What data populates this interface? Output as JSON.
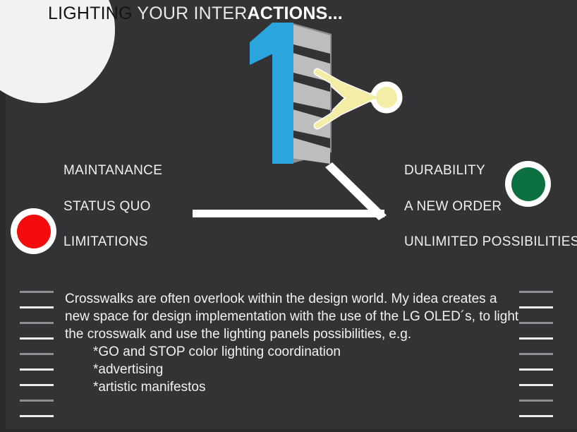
{
  "meta": {
    "background_color": "#333336",
    "accent_blue": "#2ba5de",
    "stop_red": "#f40c0c",
    "go_green": "#0c7040",
    "pedestrian_yellow": "#f4eda6",
    "crosswalk_grey": "#bdbdbd"
  },
  "header": {
    "title_part1": "LIGHTING",
    "title_part2": " YOUR INTER",
    "title_part3": "ACTIONS...",
    "circle": "decorative-white-circle"
  },
  "graphic": {
    "number": "1",
    "crosswalk": "perspective-zebra-crossing",
    "pedestrian": "walking-person-pictogram"
  },
  "comparison": {
    "left": {
      "status_color": "#f40c0c",
      "items": [
        {
          "label": "MAINTANANCE"
        },
        {
          "label": "STATUS QUO"
        },
        {
          "label": "LIMITATIONS"
        }
      ]
    },
    "right": {
      "status_color": "#0c7040",
      "items": [
        {
          "label": "DURABILITY"
        },
        {
          "label": "A NEW ORDER"
        },
        {
          "label": "UNLIMITED POSSIBILITIES"
        }
      ]
    },
    "arrow": "right-pointing-arrow"
  },
  "body": {
    "paragraph": "Crosswalks are often overlook within the design world. My idea creates a new space for design implementation with the use of the LG OLED´s, to light the crosswalk and use the lighting panels possibilities, e.g.",
    "bullets": [
      "*GO and STOP color lighting coordination",
      "*advertising",
      "*artistic manifestos"
    ]
  },
  "decoration": {
    "dash_count": 9,
    "dash_pattern": [
      "dim",
      "bright",
      "dim",
      "bright",
      "dim",
      "bright",
      "bright",
      "dim",
      "bright"
    ]
  }
}
